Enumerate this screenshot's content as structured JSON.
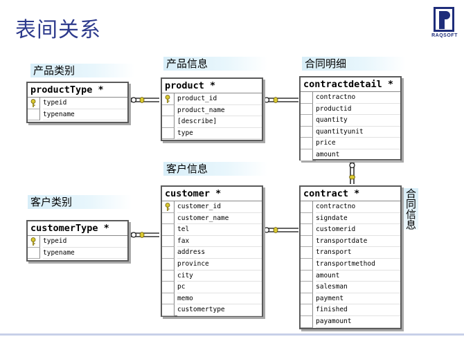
{
  "page": {
    "title": "表间关系"
  },
  "logo": {
    "text": "RAQSOFT"
  },
  "bands": {
    "product_type": "产品类别",
    "product": "产品信息",
    "contract_detail": "合同明细",
    "customer": "客户信息",
    "customer_type": "客户类别",
    "contract": "合同信息"
  },
  "tables": {
    "productType": {
      "title": "productType *",
      "fields": [
        "typeid",
        "typename"
      ]
    },
    "product": {
      "title": "product *",
      "fields": [
        "product_id",
        "product_name",
        "[describe]",
        "type"
      ]
    },
    "contractdetail": {
      "title": "contractdetail *",
      "fields": [
        "contractno",
        "productid",
        "quantity",
        "quantityunit",
        "price",
        "amount"
      ]
    },
    "customerType": {
      "title": "customerType *",
      "fields": [
        "typeid",
        "typename"
      ]
    },
    "customer": {
      "title": "customer *",
      "fields": [
        "customer_id",
        "customer_name",
        "tel",
        "fax",
        "address",
        "province",
        "city",
        "pc",
        "memo",
        "customertype"
      ]
    },
    "contract": {
      "title": "contract *",
      "fields": [
        "contractno",
        "signdate",
        "customerid",
        "transportdate",
        "transport",
        "transportmethod",
        "amount",
        "salesman",
        "payment",
        "finished",
        "payamount"
      ]
    }
  },
  "colors": {
    "key_icon": "#d8c830",
    "title_text": "#2d3a8c"
  }
}
